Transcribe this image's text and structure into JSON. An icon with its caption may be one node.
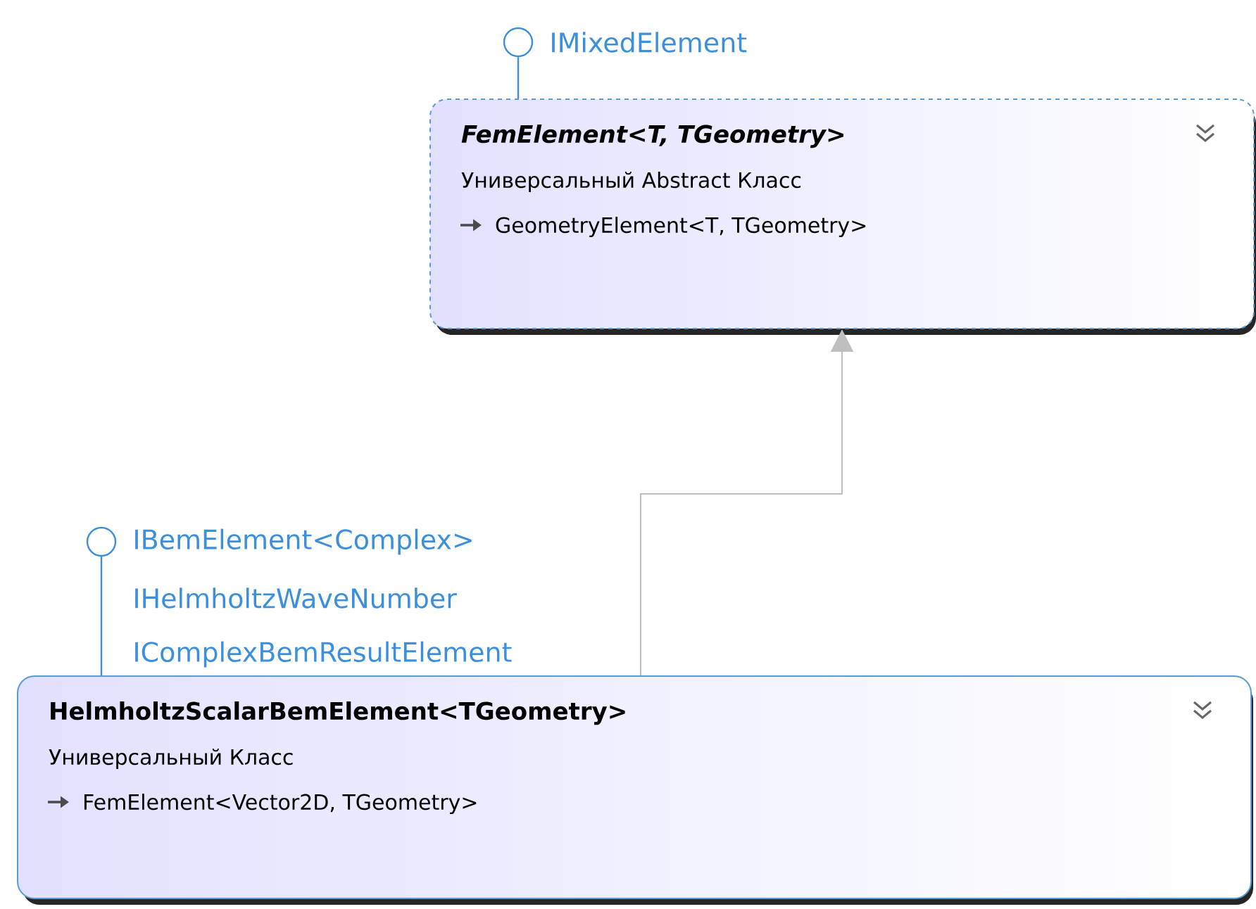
{
  "diagram": {
    "nodes": [
      {
        "text": [
          "FemElement<T, TGeometry>",
          "Универсальный Abstract Класс",
          "GeometryElement<T, TGeometry>"
        ]
      },
      {
        "text": [
          "HelmholtzScalarBemElement<TGeometry>",
          "Универсальный Класс",
          "FemElement<Vector2D, TGeometry>"
        ]
      },
      {
        "text": [],
        "shape": "circle",
        "beside": [
          "IMixedElement"
        ]
      },
      {
        "text": [],
        "shape": "circle"
      }
    ],
    "edges": [
      {
        "from": 1,
        "to": 0,
        "arrow": "to",
        "color": "#bfbfbf"
      },
      {
        "from": 2,
        "to": 0,
        "arrow": "none"
      },
      {
        "from": 3,
        "to": 1,
        "arrow": "none"
      }
    ],
    "labels": [
      "IBemElement<Complex>",
      "IHelmholtzWaveNumber",
      "IComplexBemResultElement"
    ]
  }
}
